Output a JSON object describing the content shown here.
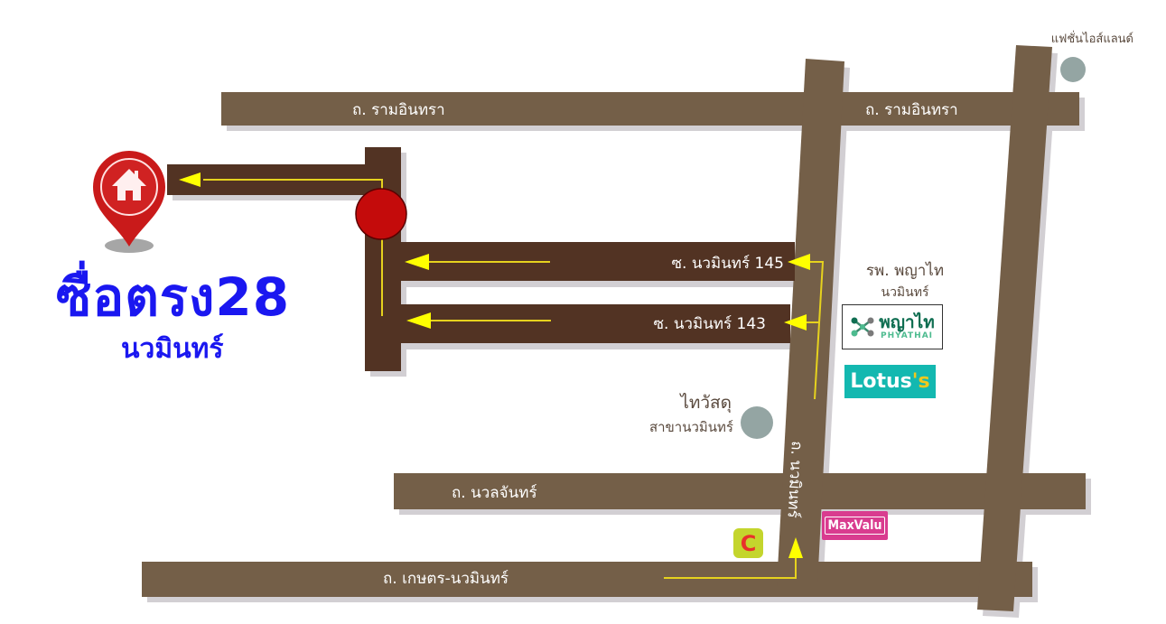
{
  "colors": {
    "main_road": "#745f48",
    "soi_road": "#523323",
    "road_shadow": "#d2cfd3",
    "route_arrow": "#ffff00",
    "route_line": "#e6d21e",
    "pin_red": "#d21f1f",
    "junction_red": "#c40b0b",
    "poi_dot": "#94a5a3",
    "title_blue": "#1a17f0"
  },
  "title": {
    "main": "ซื่อตรง28",
    "sub": "นวมินทร์"
  },
  "roads": {
    "ramintra_left": "ถ. รามอินทรา",
    "ramintra_right": "ถ. รามอินทรา",
    "navamin": "ถ. นวมินทร์",
    "nuanchan": "ถ. นวลจันทร์",
    "kaset_navamin": "ถ. เกษตร-นวมินทร์",
    "soi_145": "ซ. นวมินทร์ 145",
    "soi_143": "ซ. นวมินทร์ 143"
  },
  "pois": {
    "fashion_island": "แฟชั่นไอส์แลนด์",
    "hospital_name": "รพ. พญาไท",
    "hospital_branch": "นวมินทร์",
    "thaiwatsadu_name": "ไทวัสดุ",
    "thaiwatsadu_branch": "สาขานวมินทร์"
  },
  "logos": {
    "phyathai_thai": "พญาไท",
    "phyathai_eng": "PHYATHAI",
    "lotus_main": "Lotus",
    "lotus_suffix": "'s",
    "bigc": "C",
    "maxvalu": "MaxValu"
  },
  "icons": {
    "destination_pin": "home-pin-icon",
    "junction": "junction-marker-icon",
    "poi": "poi-dot-icon"
  }
}
